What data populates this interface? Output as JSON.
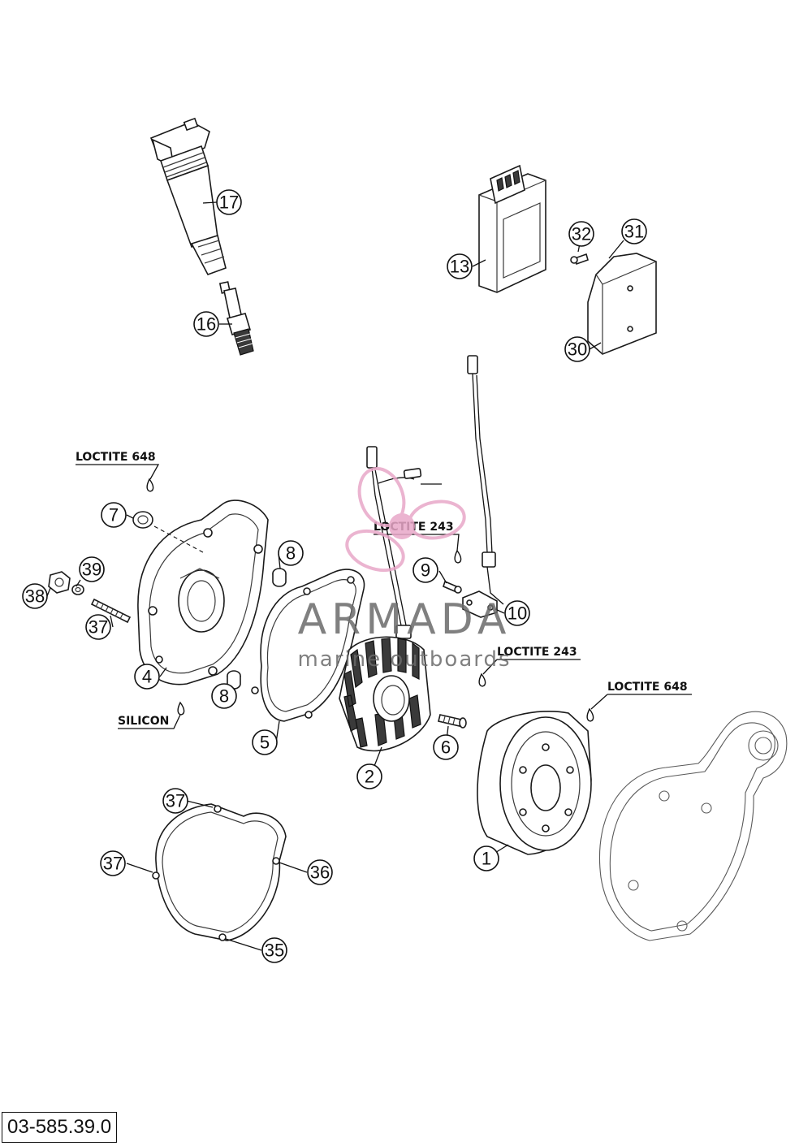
{
  "callouts": {
    "c17": "17",
    "c16": "16",
    "c13": "13",
    "c32": "32",
    "c31": "31",
    "c30": "30",
    "c7": "7",
    "c8a": "8",
    "c8b": "8",
    "c39": "39",
    "c38": "38",
    "c37a": "37",
    "c4": "4",
    "c9": "9",
    "c10": "10",
    "c5": "5",
    "c2": "2",
    "c6": "6",
    "c1": "1",
    "c37b": "37",
    "c37c": "37",
    "c36": "36",
    "c35": "35"
  },
  "notes": {
    "loctite_648_left": "LOCTITE 648",
    "loctite_243_top": "LOCTITE 243",
    "loctite_243_mid": "LOCTITE 243",
    "loctite_648_right": "LOCTITE 648",
    "silicon": "SILICON"
  },
  "watermark": {
    "brand": "ARMADA",
    "tagline": "marine outboards",
    "color": "#e8a7c8"
  },
  "reference_number": "03-585.39.0"
}
